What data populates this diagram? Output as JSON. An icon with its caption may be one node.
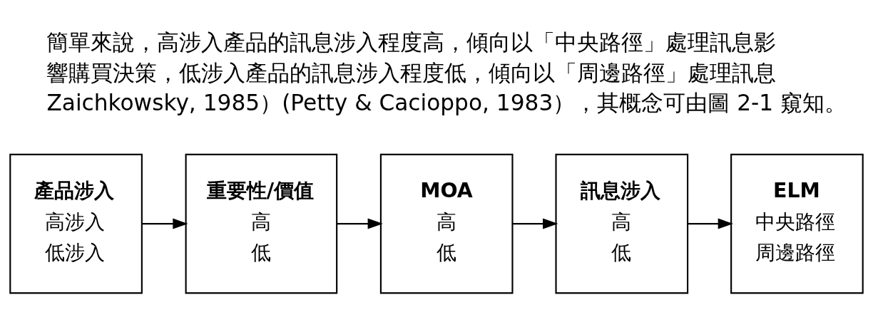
{
  "diagram": {
    "nodes": [
      {
        "text": [
          "產品涉入",
          "高涉入",
          "低涉入"
        ]
      },
      {
        "text": [
          "重要性/價值",
          "高",
          "低"
        ]
      },
      {
        "text": [
          "MOA",
          "高",
          "低"
        ]
      },
      {
        "text": [
          "訊息涉入",
          "高",
          "低"
        ]
      },
      {
        "text": [
          "ELM",
          "中央路徑",
          "周邊路徑"
        ]
      }
    ],
    "edges": [
      {
        "from": 0,
        "to": 1,
        "arrow": "to"
      },
      {
        "from": 1,
        "to": 2,
        "arrow": "to"
      },
      {
        "from": 2,
        "to": 3,
        "arrow": "to"
      },
      {
        "from": 3,
        "to": 4,
        "arrow": "to"
      }
    ],
    "labels": [
      "簡單來說，高涉入產品的訊息涉入程度高，傾向以「中央路徑」處理訊息影",
      "響購買決策，低涉入產品的訊息涉入程度低，傾向以「周邊路徑」處理訊息",
      "Zaichkowsky, 1985）(Petty & Cacioppo, 1983），其概念可由圖 2-1 窺知。"
    ]
  }
}
